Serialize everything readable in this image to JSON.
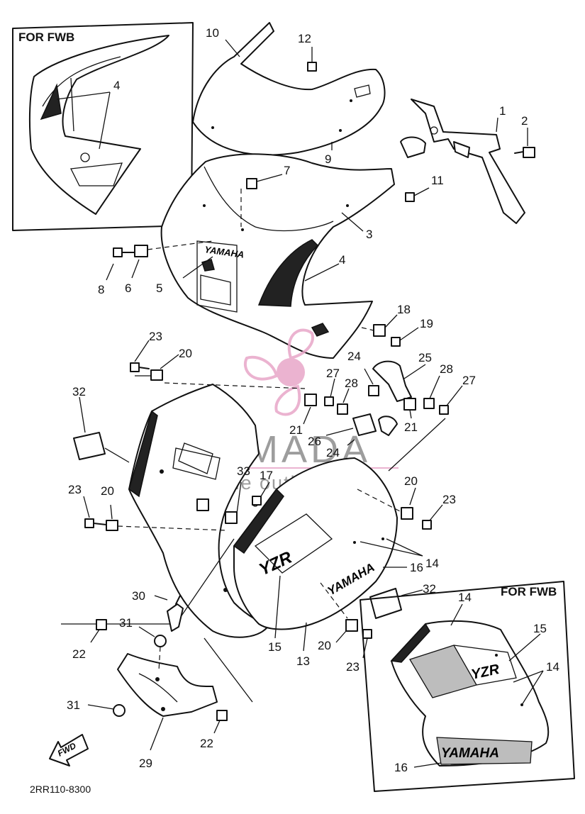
{
  "insets": {
    "top_left_title": "FOR FWB",
    "bottom_right_title": "FOR FWB"
  },
  "watermark": {
    "brand": "ARMADA",
    "tagline": "marine outboards",
    "color": "#e8a6c8"
  },
  "drawing_code": "2RR110-8300",
  "fwd_label": "FWD",
  "emblems": {
    "yamaha": "YAMAHA",
    "yzr": "YZR"
  },
  "callouts": {
    "c1": "1",
    "c2": "2",
    "c3": "3",
    "c4a": "4",
    "c4b": "4",
    "c5": "5",
    "c6": "6",
    "c7": "7",
    "c8": "8",
    "c9": "9",
    "c10": "10",
    "c11": "11",
    "c12": "12",
    "c13": "13",
    "c14a": "14",
    "c14b": "14",
    "c14c": "14",
    "c15a": "15",
    "c15b": "15",
    "c16a": "16",
    "c16b": "16",
    "c17": "17",
    "c18": "18",
    "c19": "19",
    "c20a": "20",
    "c20b": "20",
    "c20c": "20",
    "c20d": "20",
    "c21a": "21",
    "c21b": "21",
    "c22a": "22",
    "c22b": "22",
    "c23a": "23",
    "c23b": "23",
    "c23c": "23",
    "c23d": "23",
    "c24a": "24",
    "c24b": "24",
    "c25": "25",
    "c26": "26",
    "c27a": "27",
    "c27b": "27",
    "c28a": "28",
    "c28b": "28",
    "c29": "29",
    "c30": "30",
    "c31a": "31",
    "c31b": "31",
    "c32a": "32",
    "c32b": "32",
    "c33": "33"
  }
}
